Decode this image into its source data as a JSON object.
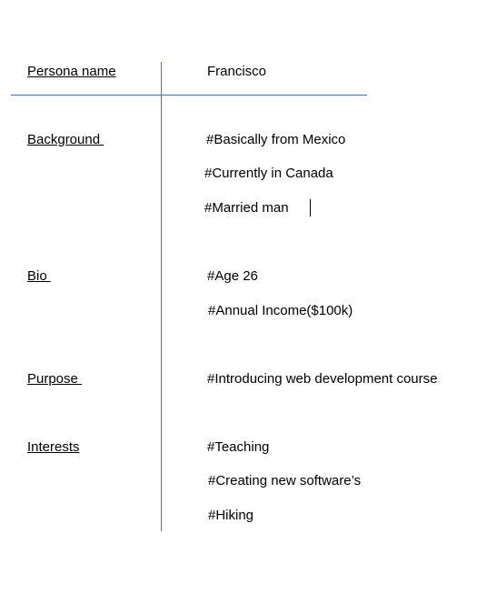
{
  "persona": {
    "name_label": "Persona name",
    "name_value": "Francisco"
  },
  "background": {
    "label": "Background ",
    "items": [
      "#Basically from Mexico",
      "#Currently in Canada",
      "#Married man"
    ]
  },
  "bio": {
    "label": "Bio ",
    "items": [
      "#Age 26",
      "#Annual Income($100k)"
    ]
  },
  "purpose": {
    "label": "Purpose ",
    "items": [
      "#Introducing web development course"
    ]
  },
  "interests": {
    "label": "Interests",
    "items": [
      "#Teaching",
      "#Creating new software’s",
      "#Hiking"
    ]
  },
  "colors": {
    "rule": "#4472c4",
    "text": "#000000"
  }
}
